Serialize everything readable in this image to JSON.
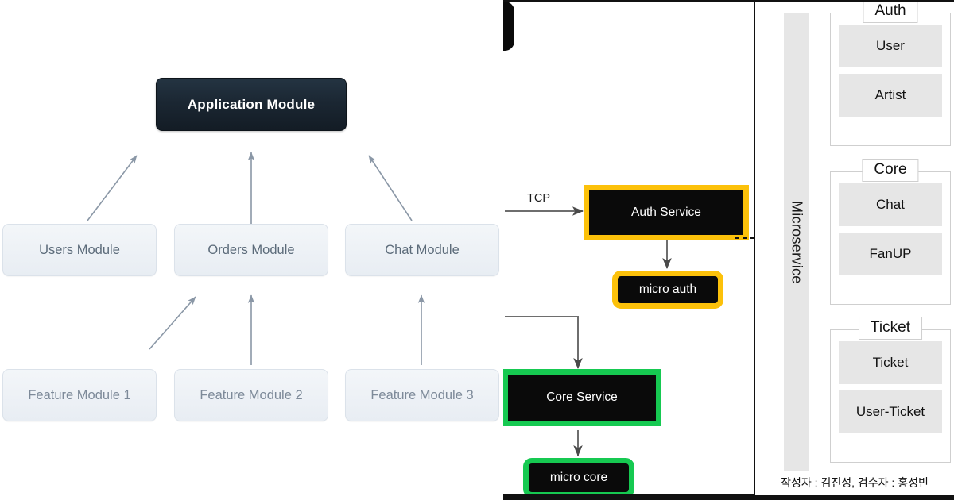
{
  "panel_modules": {
    "name": "layered-module-diagram",
    "top": {
      "label": "Application Module"
    },
    "middle": [
      {
        "label": "Users Module"
      },
      {
        "label": "Orders Module"
      },
      {
        "label": "Chat Module"
      }
    ],
    "bottom": [
      {
        "label": "Feature Module 1"
      },
      {
        "label": "Feature Module 2"
      },
      {
        "label": "Feature Module 3"
      }
    ],
    "colors": {
      "app_box_dark": "#1b2733",
      "module_box_light": "#e8edf3",
      "module_text": "#5c6b7a",
      "arrow": "#8a97a6"
    }
  },
  "panel_services": {
    "name": "service-wiring-diagram",
    "protocol_label": "TCP",
    "services": [
      {
        "label": "Auth Service",
        "accent": "#fcc10a",
        "shape": "rect"
      },
      {
        "label": "micro auth",
        "accent": "#fcc10a",
        "shape": "rounded"
      },
      {
        "label": "Core Service",
        "accent": "#16c951",
        "shape": "rect"
      },
      {
        "label": "micro core",
        "accent": "#16c951",
        "shape": "rounded"
      }
    ],
    "colors": {
      "box_fill": "#0a0a0a",
      "box_text": "#ffffff",
      "yellow": "#fcc10a",
      "green": "#16c951",
      "wire": "#6e6e6e"
    }
  },
  "panel_micro": {
    "name": "microservice-domain-map",
    "spine_label": "Microservice",
    "groups": [
      {
        "title": "Auth",
        "items": [
          "User",
          "Artist"
        ]
      },
      {
        "title": "Core",
        "items": [
          "Chat",
          "FanUP"
        ]
      },
      {
        "title": "Ticket",
        "items": [
          "Ticket",
          "User-Ticket"
        ]
      }
    ],
    "footer": "작성자 : 김진성, 검수자 : 홍성빈",
    "colors": {
      "item_fill": "#e6e6e6",
      "group_border": "#cfcfcf",
      "text": "#111111"
    }
  }
}
